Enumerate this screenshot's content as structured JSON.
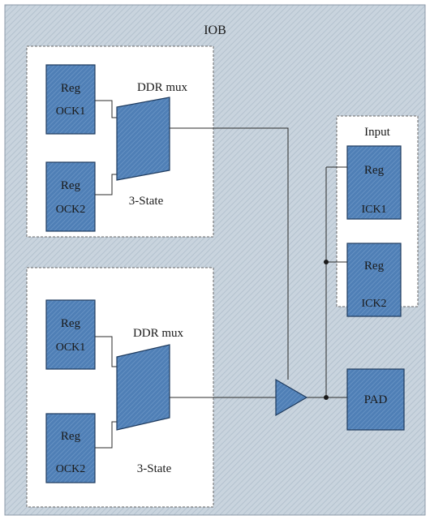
{
  "diagram": {
    "title": "IOB",
    "colors": {
      "outer_fill": "#c9d4de",
      "hatch": "#aebdca",
      "register_fill": "#4f7fb6",
      "register_hatch": "#6e99c8",
      "panel_fill": "#ffffff",
      "wire": "#2b2b2b"
    },
    "upper_output": {
      "reg_top": {
        "line1": "Reg",
        "line2": "OCK1"
      },
      "reg_bottom": {
        "line1": "Reg",
        "line2": "OCK2"
      },
      "mux_label": "DDR mux",
      "mux_sublabel": "3-State"
    },
    "lower_output": {
      "reg_top": {
        "line1": "Reg",
        "line2": "OCK1"
      },
      "reg_bottom": {
        "line1": "Reg",
        "line2": "OCK2"
      },
      "mux_label": "DDR mux",
      "mux_sublabel": "3-State"
    },
    "input": {
      "title": "Input",
      "reg_top": {
        "line1": "Reg",
        "line2": "ICK1"
      },
      "reg_bottom": {
        "line1": "Reg",
        "line2": "ICK2"
      }
    },
    "pad": {
      "label": "PAD"
    }
  }
}
